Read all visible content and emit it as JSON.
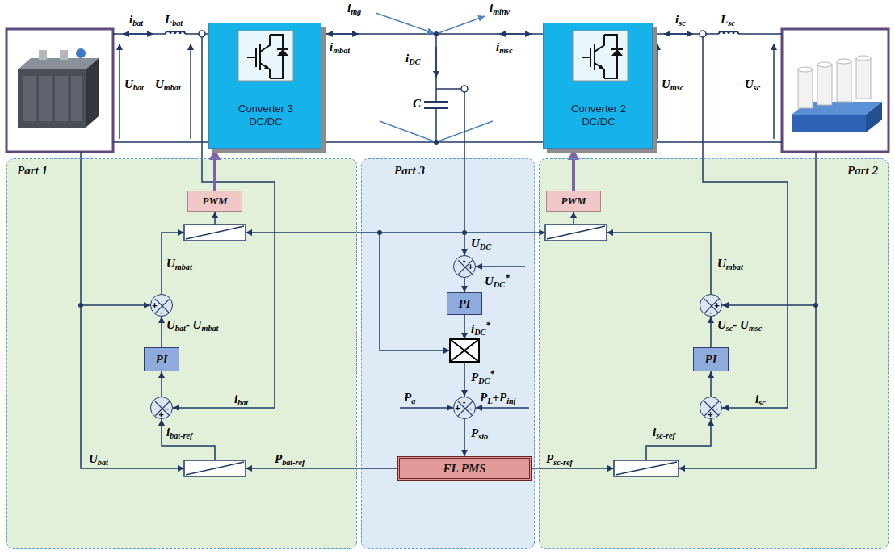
{
  "diagram": {
    "nodes": [
      {
        "text": [
          "Converter 3 DC/DC"
        ]
      },
      {
        "text": [
          "Converter 2 DC/DC"
        ]
      },
      {
        "text": [
          "Part 1"
        ]
      },
      {
        "text": [
          "PWM"
        ],
        "in": 2
      },
      {
        "text": [
          "+",
          "-"
        ],
        "in": 2
      },
      {
        "text": [
          "PI"
        ],
        "in": 2
      },
      {
        "text": [
          "-",
          "+"
        ],
        "in": 2
      },
      {
        "text": [
          "Part 3"
        ]
      },
      {
        "text": [
          "-",
          "+"
        ],
        "in": 7
      },
      {
        "text": [
          "PI"
        ],
        "in": 7
      },
      {
        "text": [
          "-",
          "+",
          "-"
        ],
        "in": 7
      },
      {
        "text": [
          "FL PMS"
        ],
        "in": 7
      },
      {
        "text": [
          "Part 2"
        ]
      },
      {
        "text": [
          "PWM"
        ],
        "in": 12
      },
      {
        "text": [
          "+",
          "-"
        ],
        "in": 12
      },
      {
        "text": [
          "PI"
        ],
        "in": 12
      },
      {
        "text": [
          "-",
          "+"
        ],
        "in": 12
      }
    ],
    "edges": [
      {
        "from": 3,
        "to": 0,
        "arrow": "to"
      },
      {
        "from": 6,
        "to": 5,
        "arrow": "to"
      },
      {
        "from": 5,
        "to": 4,
        "arrow": "to"
      },
      {
        "from": 8,
        "to": 9,
        "arrow": "to"
      },
      {
        "from": 10,
        "to": 11,
        "arrow": "to"
      },
      {
        "from": 13,
        "to": 1,
        "arrow": "to"
      },
      {
        "from": 16,
        "to": 15,
        "arrow": "to"
      },
      {
        "from": 15,
        "to": 14,
        "arrow": "to"
      }
    ],
    "labels": [
      "ibat",
      "Lbat",
      "Ubat",
      "Umbat",
      "imbat",
      "img",
      "iminv",
      "iDC",
      "C",
      "imsc",
      "isc",
      "Lsc",
      "Umsc",
      "Usc",
      "Umbat",
      "Ubat- Umbat",
      "ibat",
      "ibat-ref",
      "Ubat",
      "Pbat-ref",
      "UDC",
      "UDC*",
      "iDC*",
      "PDC*",
      "Pg",
      "PL+Pinj",
      "Psto",
      "Umbat",
      "Usc- Umsc",
      "isc",
      "isc-ref",
      "Psc-ref"
    ]
  }
}
